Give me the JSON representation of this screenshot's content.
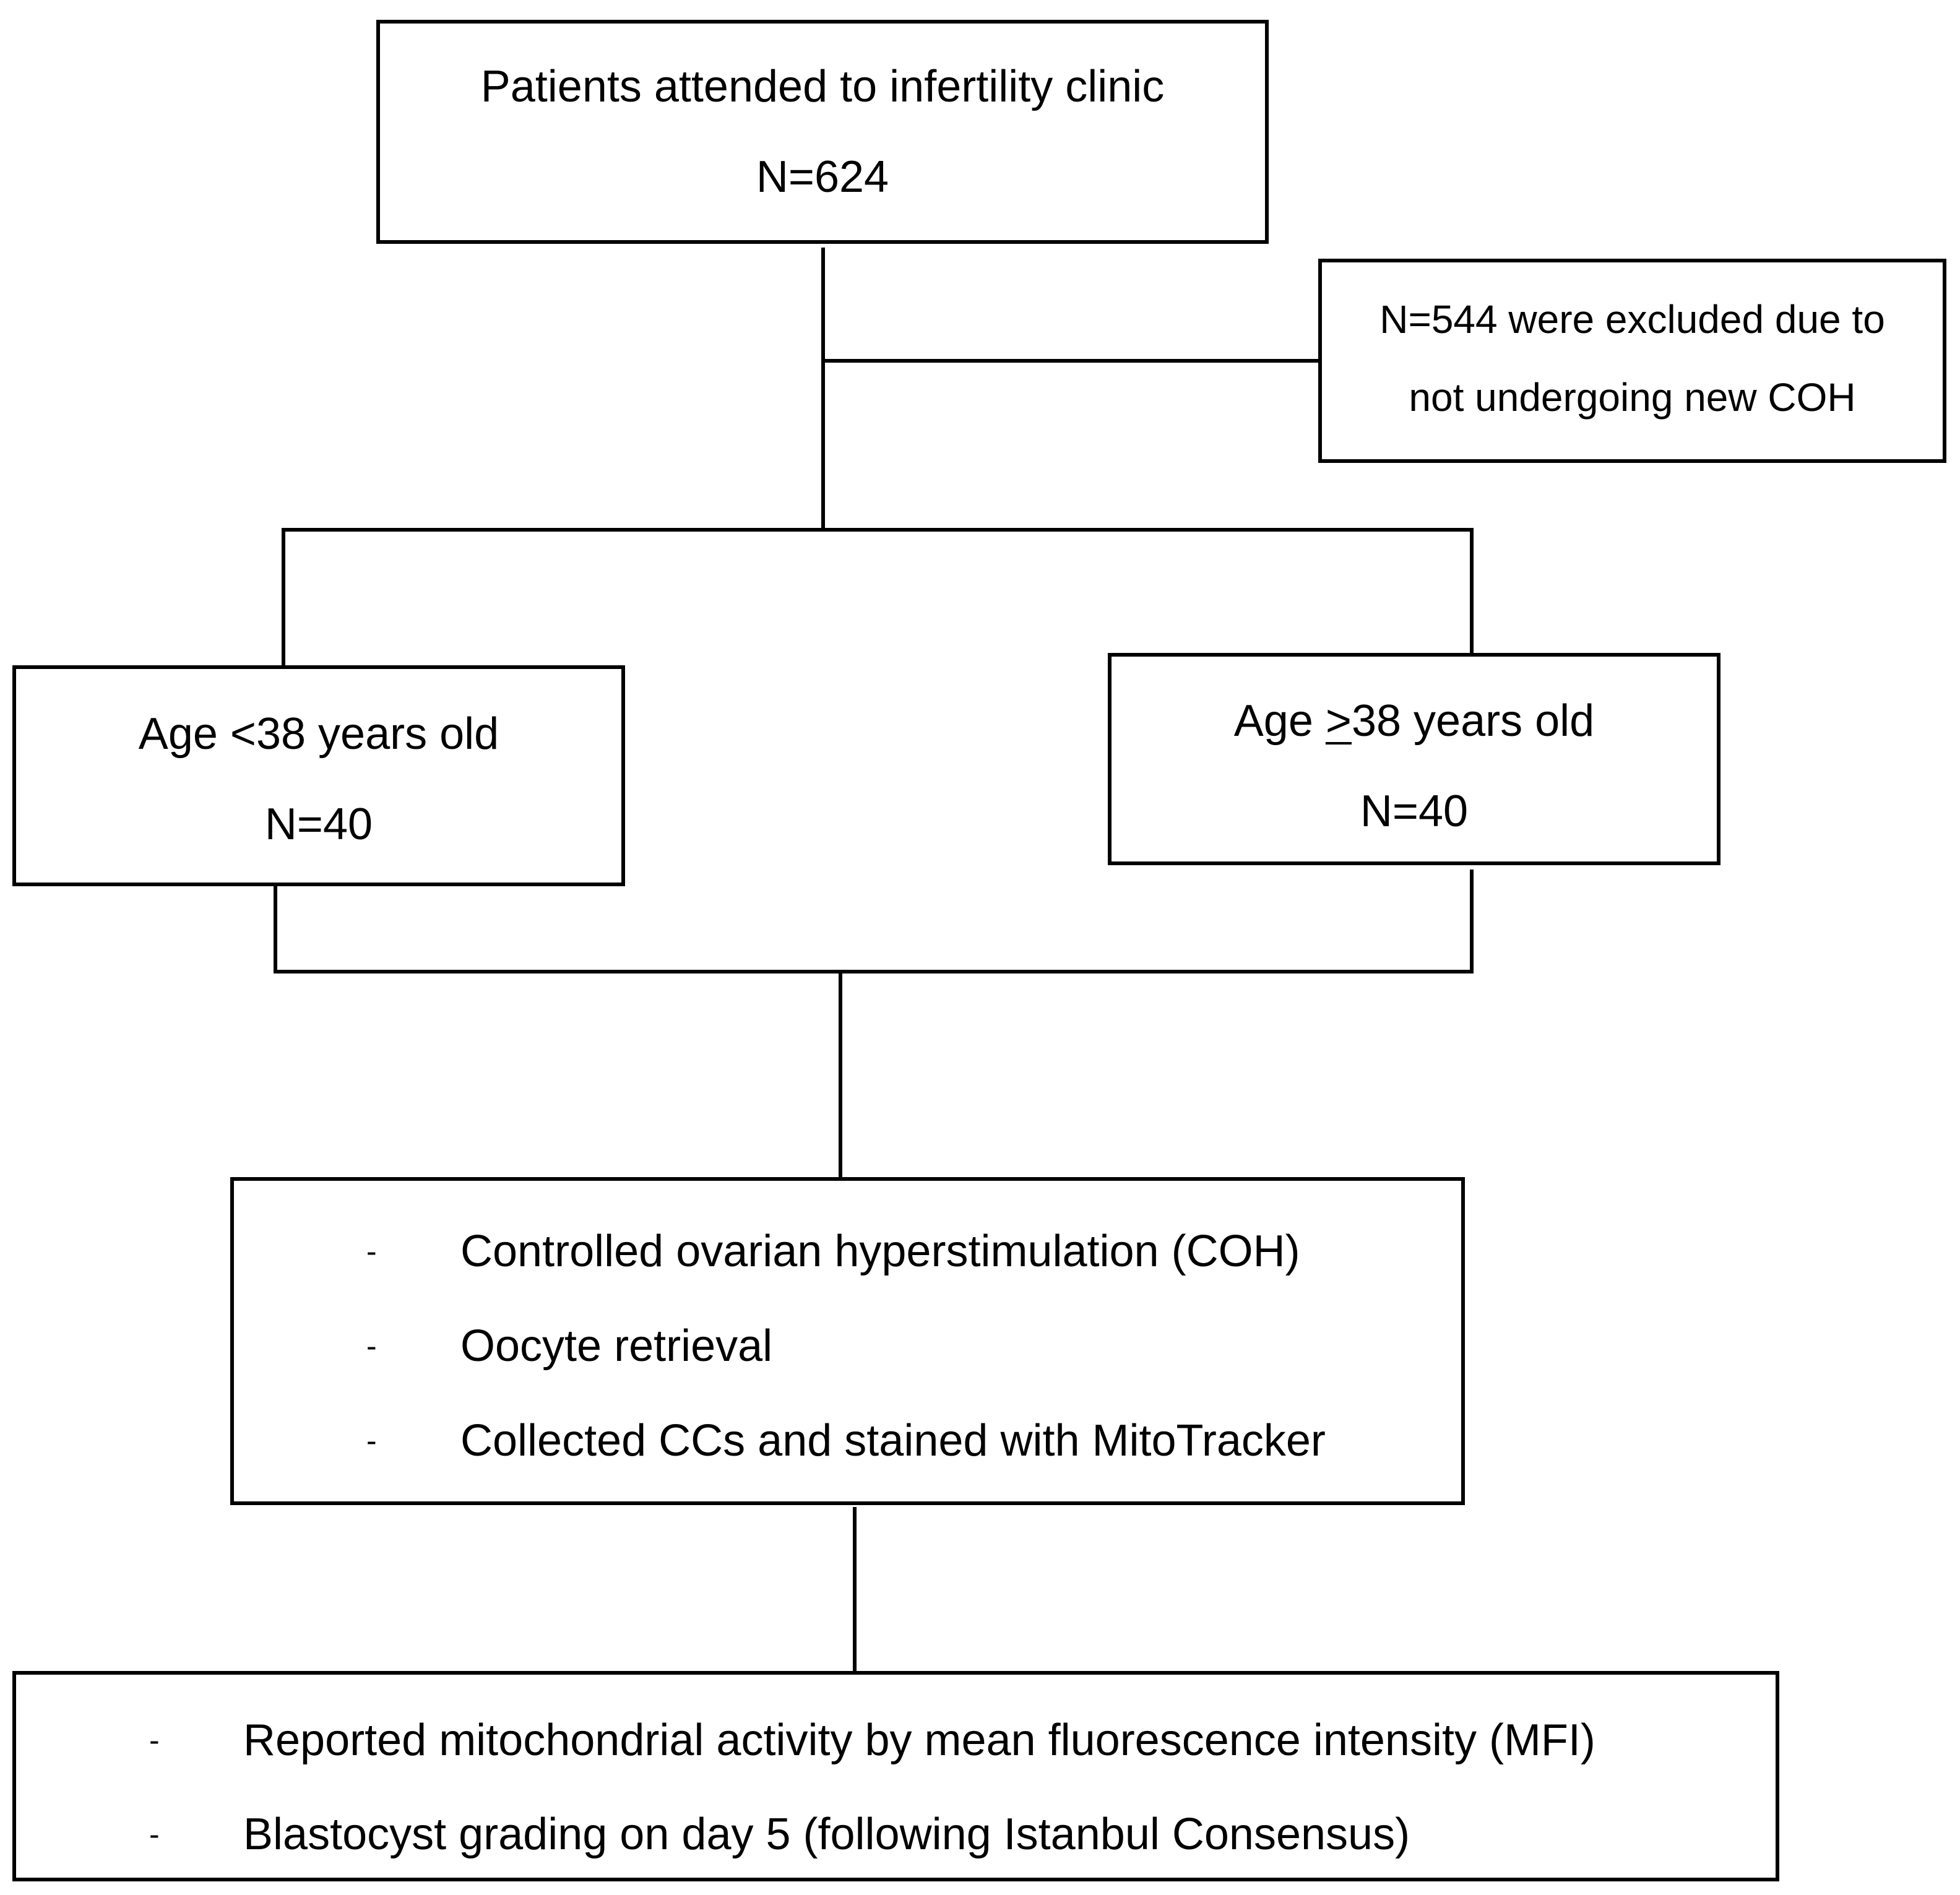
{
  "boxes": {
    "top": {
      "line1": "Patients attended to infertility clinic",
      "line2": "N=624"
    },
    "excluded": {
      "line1": "N=544 were excluded due to",
      "line2": "not undergoing new COH"
    },
    "age_young": {
      "line1": "Age <38 years old",
      "line2": "N=40"
    },
    "age_old": {
      "prefix": "Age ",
      "symbol": ">",
      "rest": "38 years old",
      "line2": "N=40"
    },
    "procedures": {
      "bullet": "-",
      "items": [
        "Controlled ovarian hyperstimulation (COH)",
        "Oocyte retrieval",
        "Collected CCs and stained with MitoTracker"
      ]
    },
    "outcomes": {
      "bullet": "-",
      "items": [
        "Reported mitochondrial activity by mean fluorescence intensity (MFI)",
        "Blastocyst grading on day 5 (following Istanbul Consensus)"
      ]
    }
  }
}
